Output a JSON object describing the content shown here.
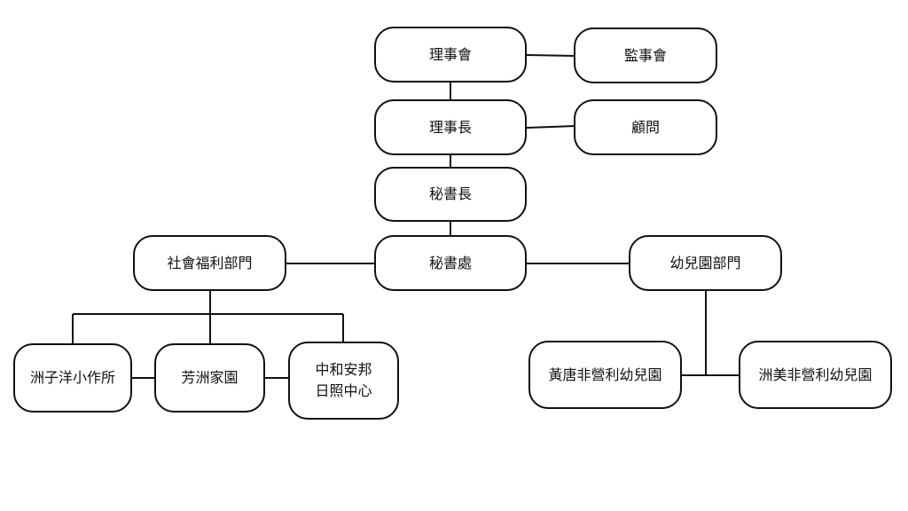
{
  "org_chart": {
    "board": "理事會",
    "supervisors": "監事會",
    "chairman": "理事長",
    "advisor": "顧問",
    "secretary_general": "秘書長",
    "secretariat": "秘書處",
    "social_welfare_dept": "社會福利部門",
    "kindergarten_dept": "幼兒園部門",
    "zhouzi_workshop": "洲子洋小作所",
    "fangzhou_home": "芳洲家園",
    "zhonghe_daycare": "中和安邦\n日照中心",
    "huangtang_kindergarten": "黃唐非營利幼兒園",
    "zhoumei_kindergarten": "洲美非營利幼兒園"
  },
  "colors": {
    "line": "#111111",
    "box_border": "#111111",
    "background": "#ffffff"
  }
}
